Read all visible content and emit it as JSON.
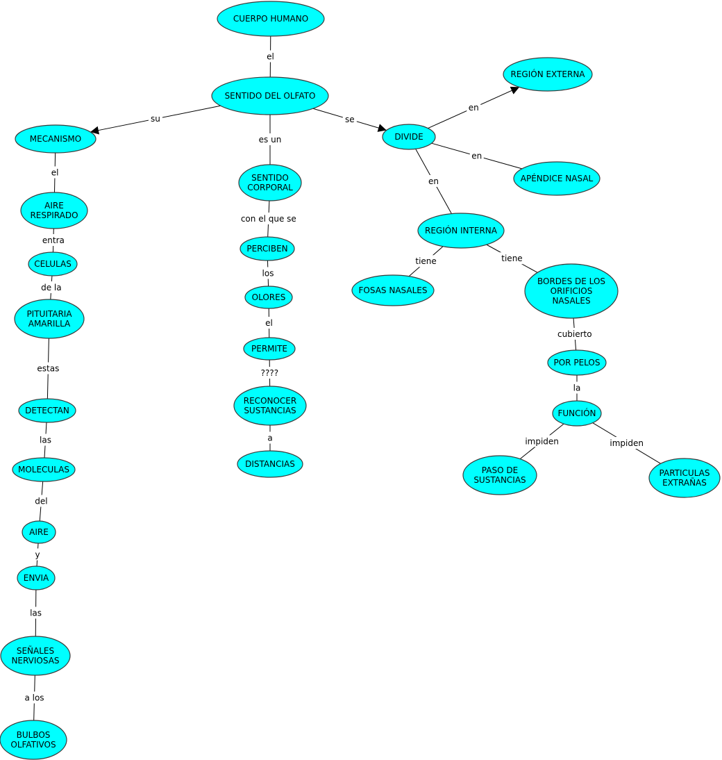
{
  "colors": {
    "node_fill": "#00ffff",
    "node_stroke": "#3a3a3a",
    "line": "#000000"
  },
  "nodes": {
    "cuerpo": [
      "CUERPO HUMANO"
    ],
    "olfato": [
      "SENTIDO DEL OLFATO"
    ],
    "mecanismo": [
      "MECANISMO"
    ],
    "aire_resp": [
      "AIRE",
      "RESPIRADO"
    ],
    "celulas": [
      "CELULAS"
    ],
    "pituitaria": [
      "PITUITARIA",
      "AMARILLA"
    ],
    "detectan": [
      "DETECTAN"
    ],
    "moleculas": [
      "MOLECULAS"
    ],
    "aire": [
      "AIRE"
    ],
    "envia": [
      "ENVIA"
    ],
    "senales": [
      "SEÑALES",
      "NERVIOSAS"
    ],
    "bulbos": [
      "BULBOS",
      "OLFATIVOS"
    ],
    "corporal": [
      "SENTIDO",
      "CORPORAL"
    ],
    "perciben": [
      "PERCIBEN"
    ],
    "olores": [
      "OLORES"
    ],
    "permite": [
      "PERMITE"
    ],
    "reconocer": [
      "RECONOCER",
      "SUSTANCIAS"
    ],
    "distancias": [
      "DISTANCIAS"
    ],
    "divide": [
      "DIVIDE"
    ],
    "externa": [
      "REGIÓN EXTERNA"
    ],
    "apendice": [
      "APÉNDICE NASAL"
    ],
    "interna": [
      "REGIÓN INTERNA"
    ],
    "fosas": [
      "FOSAS NASALES"
    ],
    "bordes": [
      "BORDES DE LOS",
      "ORIFICIOS",
      "NASALES"
    ],
    "pelos": [
      "POR PELOS"
    ],
    "funcion": [
      "FUNCIÓN"
    ],
    "paso": [
      "PASO DE",
      "SUSTANCIAS"
    ],
    "particulas": [
      "PARTICULAS",
      "EXTRAÑAS"
    ]
  },
  "edges": [
    {
      "from": "cuerpo",
      "to": "olfato",
      "label": "el",
      "arrow": false
    },
    {
      "from": "olfato",
      "to": "mecanismo",
      "label": "su",
      "arrow": true
    },
    {
      "from": "olfato",
      "to": "corporal",
      "label": "es un",
      "arrow": false
    },
    {
      "from": "olfato",
      "to": "divide",
      "label": "se",
      "arrow": true
    },
    {
      "from": "mecanismo",
      "to": "aire_resp",
      "label": "el",
      "arrow": false
    },
    {
      "from": "aire_resp",
      "to": "celulas",
      "label": "entra",
      "arrow": false
    },
    {
      "from": "celulas",
      "to": "pituitaria",
      "label": "de la",
      "arrow": false
    },
    {
      "from": "pituitaria",
      "to": "detectan",
      "label": "estas",
      "arrow": false
    },
    {
      "from": "detectan",
      "to": "moleculas",
      "label": "las",
      "arrow": false
    },
    {
      "from": "moleculas",
      "to": "aire",
      "label": "del",
      "arrow": false
    },
    {
      "from": "aire",
      "to": "envia",
      "label": "y",
      "arrow": false
    },
    {
      "from": "envia",
      "to": "senales",
      "label": "las",
      "arrow": false
    },
    {
      "from": "senales",
      "to": "bulbos",
      "label": "a los",
      "arrow": false
    },
    {
      "from": "corporal",
      "to": "perciben",
      "label": "con el que se",
      "arrow": false
    },
    {
      "from": "perciben",
      "to": "olores",
      "label": "los",
      "arrow": false
    },
    {
      "from": "olores",
      "to": "permite",
      "label": "el",
      "arrow": false
    },
    {
      "from": "permite",
      "to": "reconocer",
      "label": "????",
      "arrow": false
    },
    {
      "from": "reconocer",
      "to": "distancias",
      "label": "a",
      "arrow": false
    },
    {
      "from": "divide",
      "to": "externa",
      "label": "en",
      "arrow": true
    },
    {
      "from": "divide",
      "to": "apendice",
      "label": "en",
      "arrow": false
    },
    {
      "from": "divide",
      "to": "interna",
      "label": "en",
      "arrow": false
    },
    {
      "from": "interna",
      "to": "fosas",
      "label": "tiene",
      "arrow": false
    },
    {
      "from": "interna",
      "to": "bordes",
      "label": "tiene",
      "arrow": false
    },
    {
      "from": "bordes",
      "to": "pelos",
      "label": "cubierto",
      "arrow": false
    },
    {
      "from": "pelos",
      "to": "funcion",
      "label": "la",
      "arrow": false
    },
    {
      "from": "funcion",
      "to": "paso",
      "label": "impiden",
      "arrow": false
    },
    {
      "from": "funcion",
      "to": "particulas",
      "label": "impiden",
      "arrow": false
    }
  ]
}
